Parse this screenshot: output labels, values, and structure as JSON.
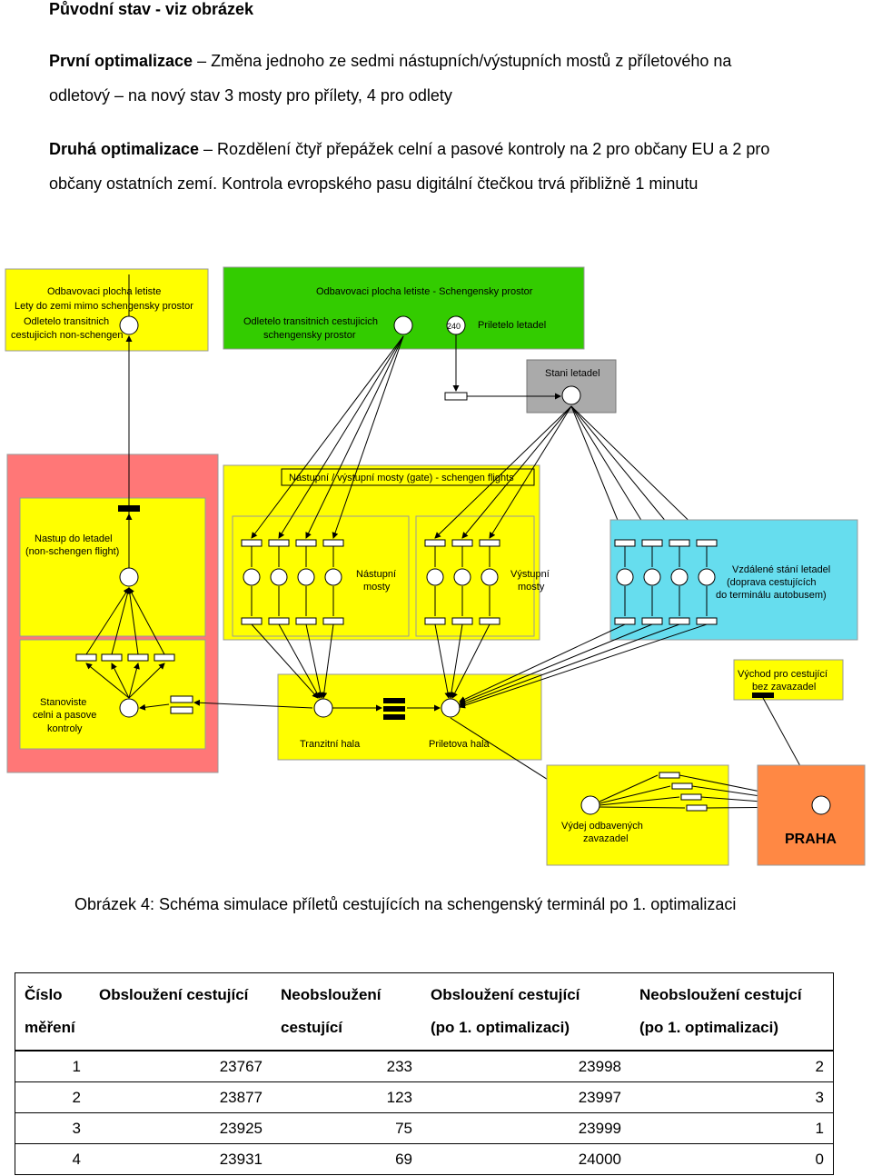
{
  "heading": "Původní stav - viz obrázek",
  "opt1": {
    "label": "První optimalizace",
    "text_line1": " – Změna jednoho ze sedmi nástupních/výstupních mostů z příletového na",
    "text_line2": "odletový – na nový stav 3 mosty pro přílety, 4 pro odlety"
  },
  "opt2": {
    "label": "Druhá optimalizace",
    "text_line1": " – Rozdělení čtyř přepážek celní a pasové kontroly na 2 pro občany EU a 2 pro",
    "text_line2": "občany ostatních zemí. Kontrola evropského pasu digitální čtečkou trvá přibližně 1 minutu"
  },
  "diagram": {
    "box_departure_nonschengen": "Odbavovaci plocha letiste",
    "box_departure_nonschengen_2": "Lety do zemi mimo schengensky prostor",
    "box_departed_transit": "Odletelo transitnich",
    "box_departed_transit_2": "cestujicich non-schengen",
    "box_departure_schengen": "Odbavovaci plocha letiste - Schengensky prostor",
    "box_departed_schengen": "Odletelo transitnich cestujicich",
    "box_departed_schengen_2": "schengensky prostor",
    "token_240": "240",
    "box_arrived": "Priletelo letadel",
    "box_stand": "Stani letadel",
    "box_bridges": "Nástupní / výstupní mosty (gate) - schengen flights",
    "box_boarding_bridges": "Nástupní",
    "box_boarding_bridges_2": "mosty",
    "box_exit_bridges": "Výstupní",
    "box_exit_bridges_2": "mosty",
    "box_boarding_nonschengen": "Nastup do letadel",
    "box_boarding_nonschengen_2": "(non-schengen flight)",
    "box_remote": "Vzdálené stání letadel",
    "box_remote_2": "(doprava cestujících",
    "box_remote_3": "do terminálu autobusem)",
    "box_customs": "Stanoviste",
    "box_customs_2": "celni a pasove",
    "box_customs_3": "kontroly",
    "box_transit_hall": "Tranzitní hala",
    "box_arrival_hall": "Priletova hala",
    "box_exit_nobag": "Východ pro cestující",
    "box_exit_nobag_2": "bez zavazadel",
    "box_baggage": "Výdej odbavených",
    "box_baggage_2": "zavazadel",
    "box_praha": "PRAHA",
    "color_yellow": "#ffff00",
    "color_green": "#33cc00",
    "color_red": "#ff7777",
    "color_cyan": "#66ddee",
    "color_gray": "#aaaaaa",
    "color_orange": "#ff8844"
  },
  "caption": "Obrázek 4: Schéma simulace příletů cestujících na schengenský terminál po 1. optimalizaci",
  "table": {
    "headers": [
      {
        "line1": "Číslo",
        "line2": "měření"
      },
      {
        "line1": "Obsloužení cestující",
        "line2": ""
      },
      {
        "line1": "Neobsloužení",
        "line2": "cestující"
      },
      {
        "line1": "Obsloužení cestující",
        "line2": "(po 1. optimalizaci)"
      },
      {
        "line1": "Neobsloužení cestujcí",
        "line2": "(po 1. optimalizaci)"
      }
    ],
    "rows": [
      [
        "1",
        "23767",
        "233",
        "23998",
        "2"
      ],
      [
        "2",
        "23877",
        "123",
        "23997",
        "3"
      ],
      [
        "3",
        "23925",
        "75",
        "23999",
        "1"
      ],
      [
        "4",
        "23931",
        "69",
        "24000",
        "0"
      ]
    ]
  }
}
